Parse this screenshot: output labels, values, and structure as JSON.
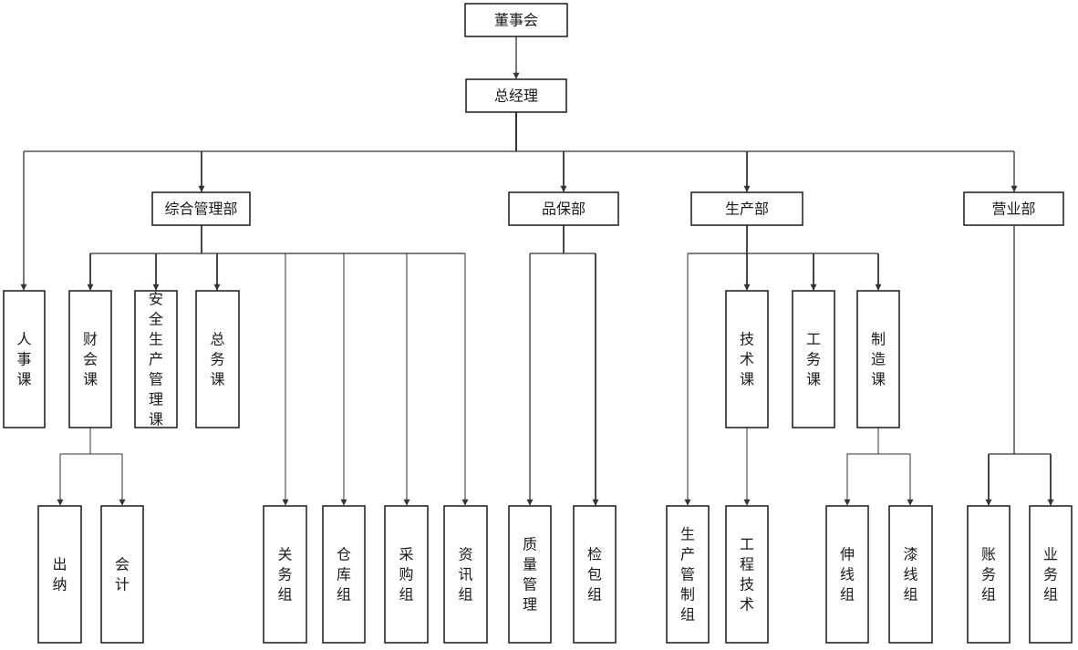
{
  "diagram": {
    "nodes": {
      "board": "董事会",
      "gm": "总经理",
      "admin": "综合管理部",
      "qa": "品保部",
      "prod": "生产部",
      "sales": "营业部",
      "hr": "人事课",
      "finance": "财会课",
      "safety": "安全生产管理课",
      "general": "总务课",
      "tech": "技术课",
      "work": "工务课",
      "mfg": "制造课",
      "cashier": "出纳",
      "accounting": "会计",
      "pr": "关务组",
      "warehouse": "仓库组",
      "purchase": "采购组",
      "it": "资讯组",
      "quality": "质量管理",
      "inspect": "检包组",
      "prodctrl": "生产管制组",
      "eng": "工程技术",
      "stretch": "伸线组",
      "paint": "漆线组",
      "acct": "账务组",
      "biz": "业务组"
    }
  }
}
